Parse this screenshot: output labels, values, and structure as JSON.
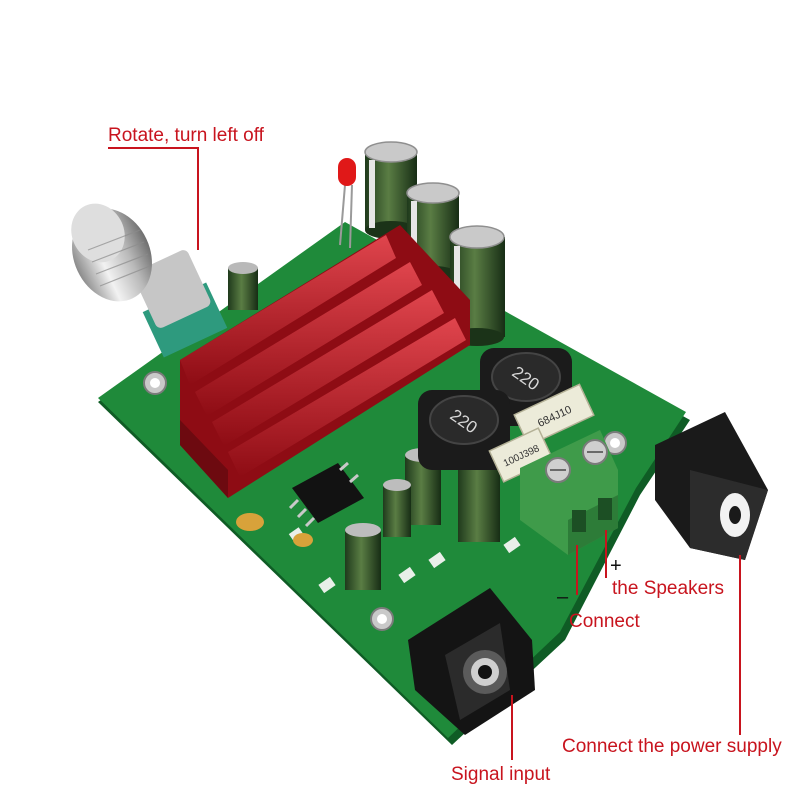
{
  "colors": {
    "annotation": "#c8141e",
    "pcb": "#1f8a3a",
    "heatsink": "#b3121c",
    "capacitor": "#2f4f2a",
    "terminal": "#3f9b4a"
  },
  "labels": {
    "rotate": "Rotate, turn left off",
    "speakers": "the Speakers",
    "connect": "Connect",
    "power": "Connect the power supply",
    "signal": "Signal input"
  },
  "polarity": {
    "plus": "+",
    "minus": "–"
  },
  "components": {
    "inductor_1": "220",
    "inductor_2": "220",
    "resistor_1": "684J10",
    "resistor_2": "100J398"
  },
  "icons": [
    "volume-knob-icon",
    "audio-jack-icon",
    "dc-jack-icon",
    "screw-terminal-icon",
    "led-icon"
  ]
}
